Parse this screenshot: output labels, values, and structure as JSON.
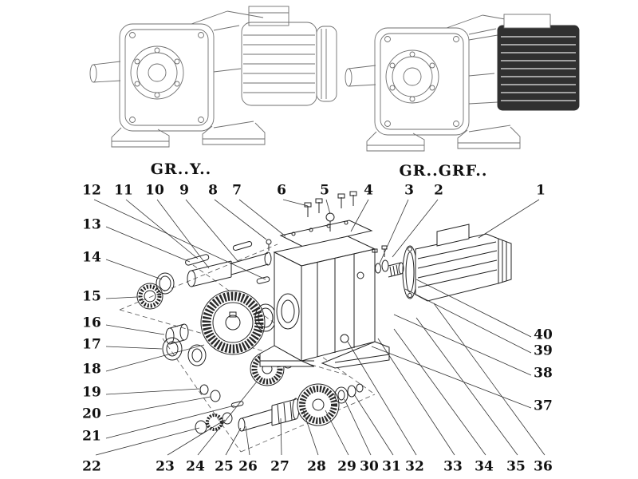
{
  "colors": {
    "background": "#ffffff",
    "line": "#222222",
    "dark_fill": "#2a2a2a"
  },
  "variants": {
    "left_label": "GR..Y..",
    "right_label": "GR..GRF.."
  },
  "callouts": {
    "top": [
      "12",
      "11",
      "10",
      "9",
      "8",
      "7",
      "6",
      "5",
      "4",
      "3",
      "2",
      "1"
    ],
    "left": [
      "13",
      "14",
      "15",
      "16",
      "17",
      "18",
      "19",
      "20",
      "21"
    ],
    "right": [
      "40",
      "39",
      "38",
      "37"
    ],
    "bottom": [
      "22",
      "23",
      "24",
      "25",
      "26",
      "27",
      "28",
      "29",
      "30",
      "31",
      "32",
      "33",
      "34",
      "35",
      "36"
    ]
  }
}
